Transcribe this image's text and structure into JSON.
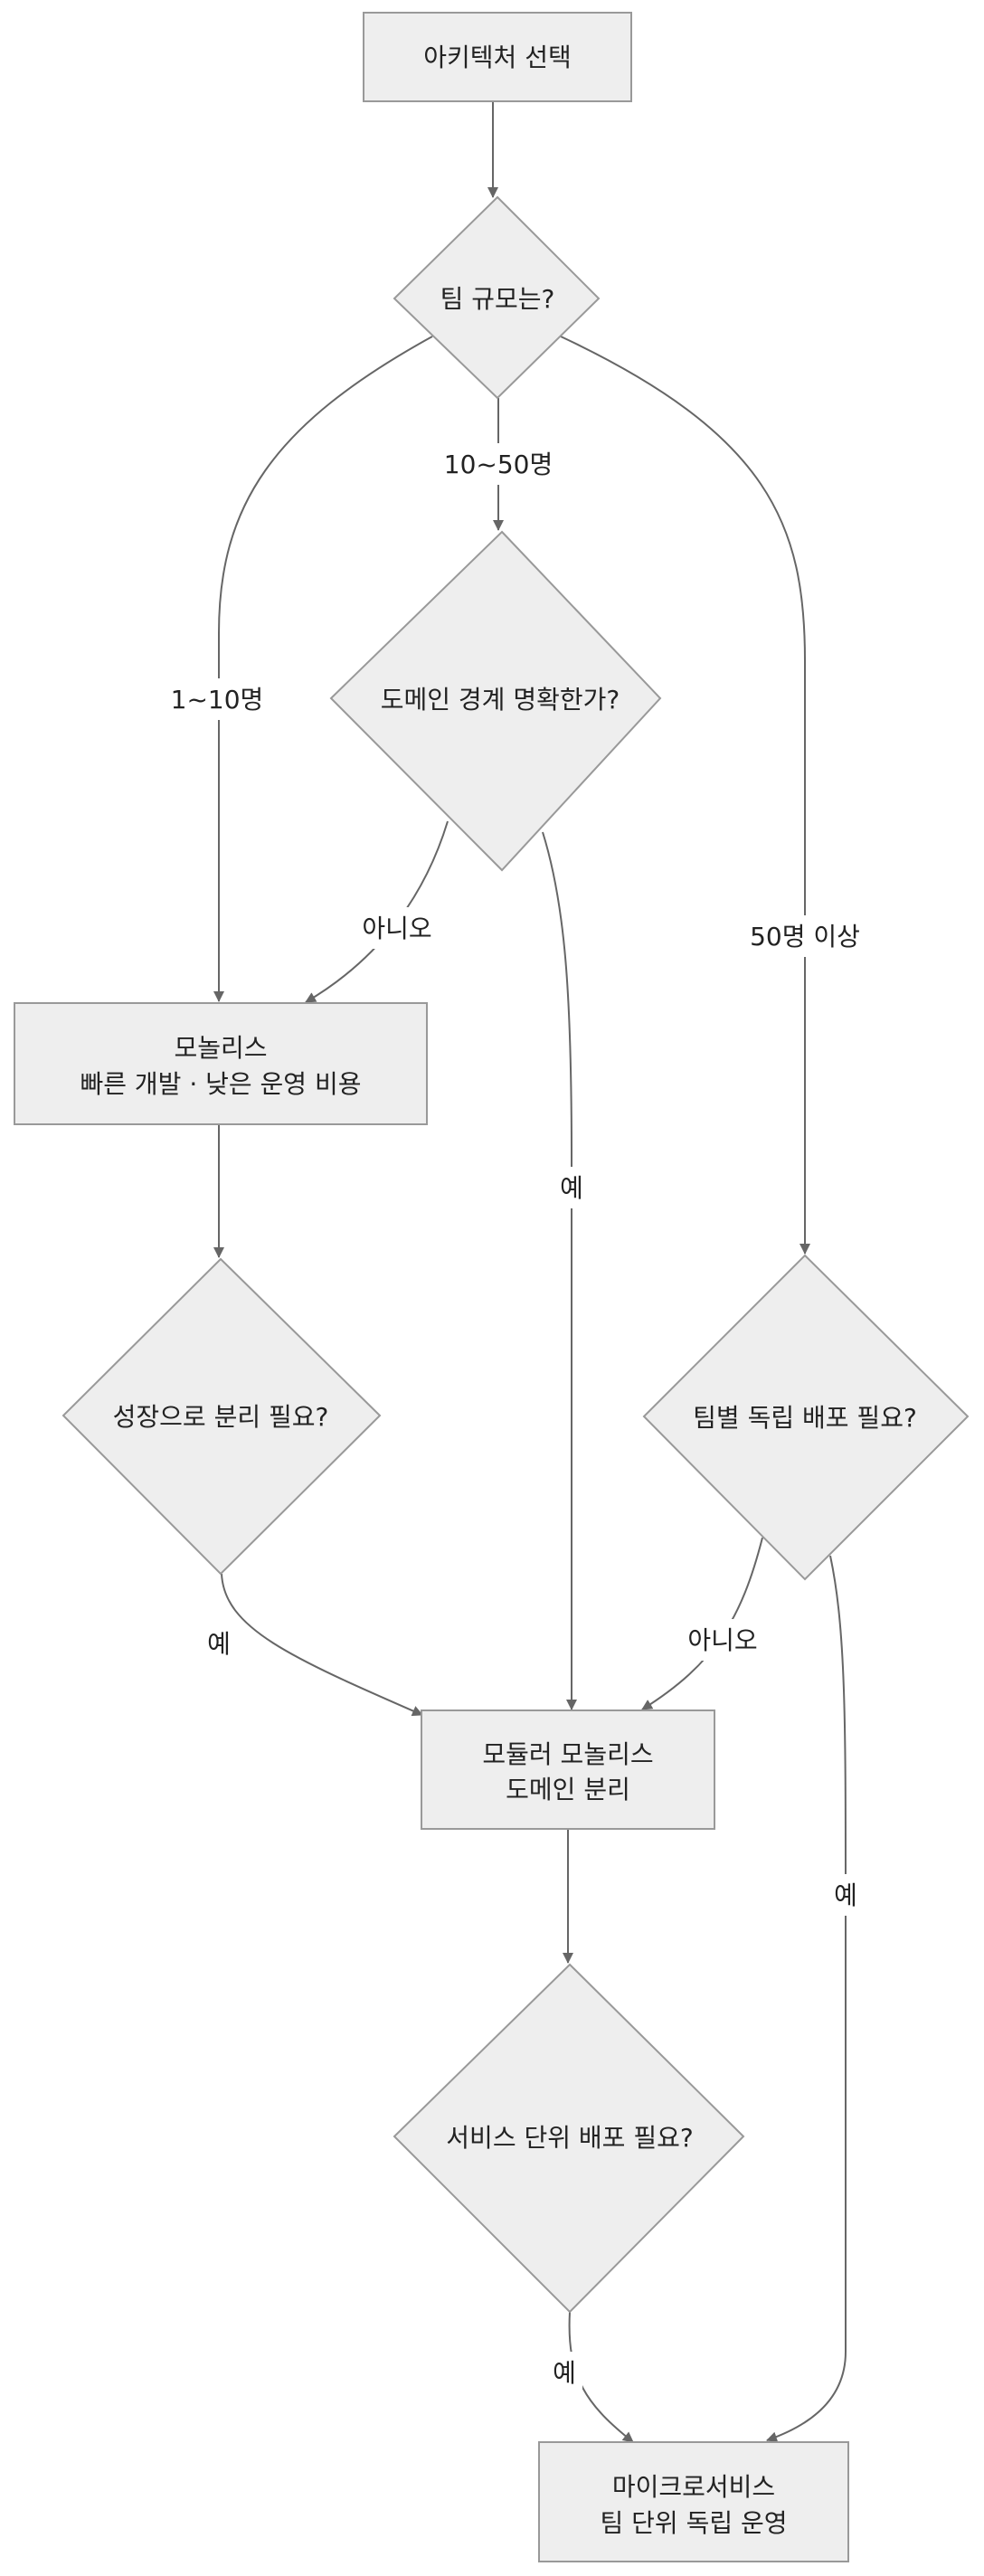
{
  "nodes": {
    "start": [
      "아키텍처 선택"
    ],
    "team_size": [
      "팀 규모는?"
    ],
    "domain_clear": [
      "도메인 경계 명확한가?"
    ],
    "monolith": [
      "모놀리스",
      "빠른 개발 · 낮은 운영 비용"
    ],
    "growth_split": [
      "성장으로 분리 필요?"
    ],
    "team_deploy": [
      "팀별 독립 배포 필요?"
    ],
    "modular": [
      "모듈러 모놀리스",
      "도메인 분리"
    ],
    "service_deploy": [
      "서비스 단위 배포 필요?"
    ],
    "microservices": [
      "마이크로서비스",
      "팀 단위 독립 운영"
    ]
  },
  "edges": {
    "size_small": "1~10명",
    "size_medium": "10~50명",
    "size_large": "50명 이상",
    "domain_no": "아니오",
    "domain_yes": "예",
    "growth_yes": "예",
    "team_no": "아니오",
    "team_yes": "예",
    "service_yes": "예"
  },
  "colors": {
    "node_fill": "#eeeeee",
    "node_stroke": "#999999",
    "edge": "#666666"
  }
}
